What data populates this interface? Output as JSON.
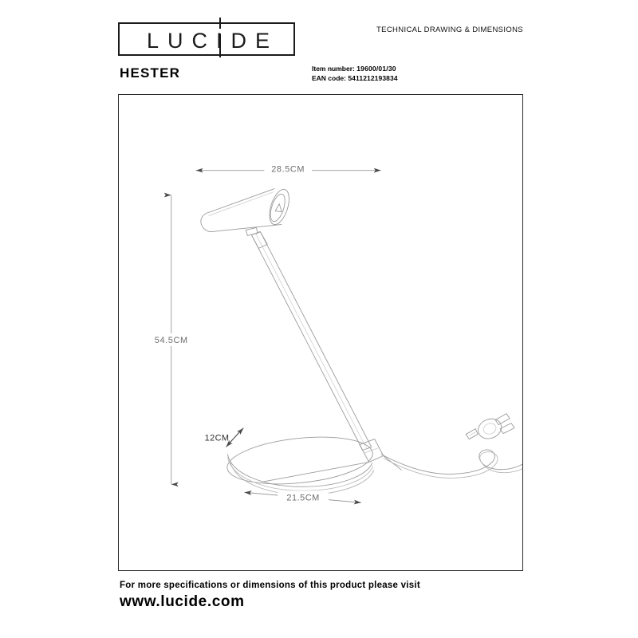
{
  "document": {
    "brand_logo_text": "LUCIDE",
    "header_right_label": "TECHNICAL DRAWING & DIMENSIONS",
    "product_name": "HESTER",
    "item_number_label": "Item number:",
    "item_number_value": "19600/01/30",
    "ean_code_label": "EAN code:",
    "ean_code_value": "5411212193834"
  },
  "drawing": {
    "title": "Technical line drawing of HESTER desk lamp",
    "dimensions": {
      "width_top": "28.5CM",
      "height_total": "54.5CM",
      "base_thickness": "12CM",
      "base_diameter": "21.5CM"
    },
    "parts": {
      "shade": "lamp-head-cylinder",
      "arm": "lamp-arm",
      "base": "lamp-base-disc",
      "cable": "power-cable",
      "plug": "power-plug"
    },
    "line_color": "#8a8a8a",
    "dim_color": "#8f8f8f",
    "frame_color": "#2b2b2b"
  },
  "footer": {
    "line1": "For more specifications or dimensions of this product please visit",
    "line2": "www.lucide.com"
  }
}
